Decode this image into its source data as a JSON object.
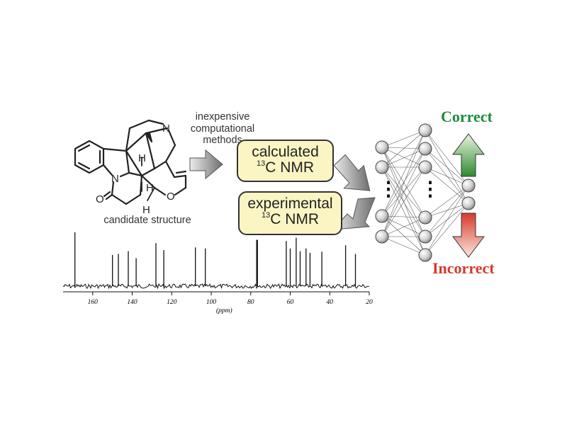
{
  "labels": {
    "methods_line1": "inexpensive",
    "methods_line2": "computational",
    "methods_line3": "methods",
    "candidate": "candidate structure",
    "calc_line1": "calculated",
    "calc_sup": "13",
    "calc_line2": "C NMR",
    "exp_line1": "experimental",
    "exp_sup": "13",
    "exp_line2": "C NMR",
    "correct": "Correct",
    "incorrect": "Incorrect",
    "axis_unit": "(ppm)"
  },
  "molecule_atoms": {
    "n_amine": "N",
    "n_amide": "N",
    "o_ether": "O",
    "o_carbonyl": "O",
    "h1": "H",
    "h2": "H",
    "h3": "H"
  },
  "spectrum": {
    "x_ticks": [
      "160",
      "140",
      "120",
      "100",
      "80",
      "60",
      "40",
      "20"
    ],
    "x_tick_values": [
      160,
      140,
      120,
      100,
      80,
      60,
      40,
      20
    ],
    "x_range": [
      175,
      20
    ],
    "peaks": [
      {
        "ppm": 169,
        "h": 1.0
      },
      {
        "ppm": 150,
        "h": 0.58
      },
      {
        "ppm": 147,
        "h": 0.6
      },
      {
        "ppm": 142,
        "h": 0.65
      },
      {
        "ppm": 138,
        "h": 0.52
      },
      {
        "ppm": 128,
        "h": 0.8
      },
      {
        "ppm": 124,
        "h": 0.67
      },
      {
        "ppm": 108,
        "h": 0.72
      },
      {
        "ppm": 103,
        "h": 0.7
      },
      {
        "ppm": 77,
        "h": 0.86
      },
      {
        "ppm": 76.6,
        "h": 0.86
      },
      {
        "ppm": 62,
        "h": 0.84
      },
      {
        "ppm": 60,
        "h": 0.7
      },
      {
        "ppm": 57,
        "h": 0.9
      },
      {
        "ppm": 55,
        "h": 0.65
      },
      {
        "ppm": 52,
        "h": 0.7
      },
      {
        "ppm": 50,
        "h": 0.62
      },
      {
        "ppm": 44,
        "h": 0.64
      },
      {
        "ppm": 32,
        "h": 0.76
      },
      {
        "ppm": 27,
        "h": 0.6
      }
    ]
  },
  "network": {
    "layers": [
      7,
      7,
      2
    ],
    "ellipsis": "⋮"
  },
  "colors": {
    "box_fill": "#fbf5c4",
    "correct": "#1e8c3a",
    "incorrect": "#d63a2b",
    "node": "#c8c8c8"
  }
}
